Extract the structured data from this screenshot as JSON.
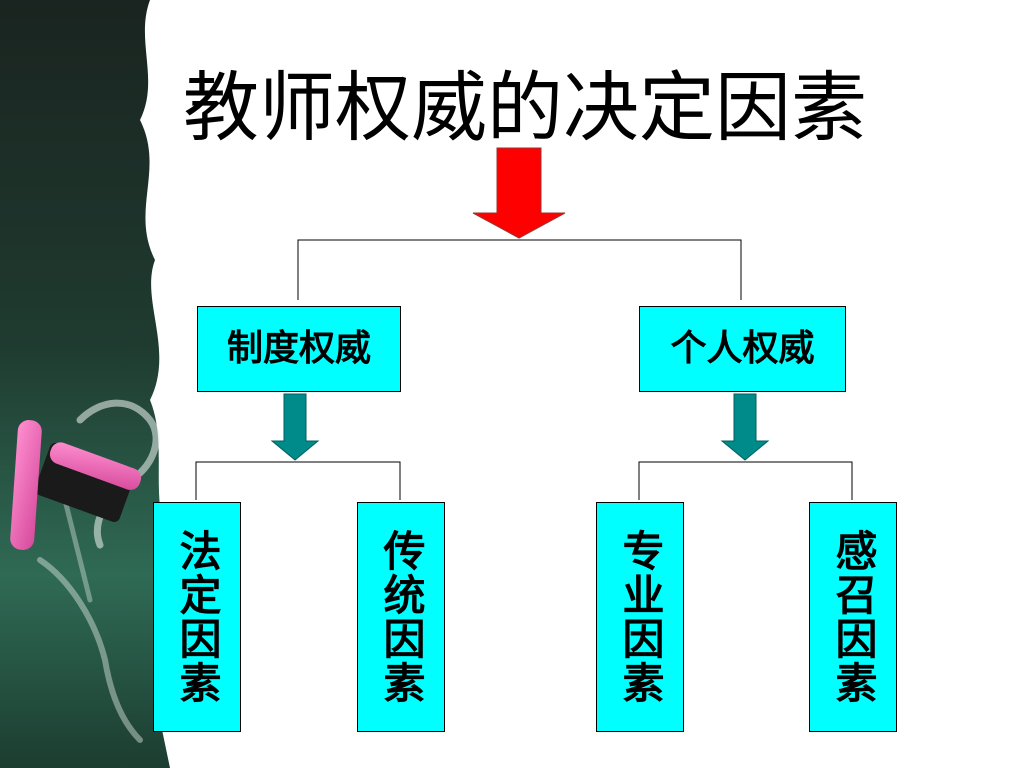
{
  "title": "教师权威的决定因素",
  "level1": [
    {
      "label": "制度权威"
    },
    {
      "label": "个人权威"
    }
  ],
  "level2": [
    {
      "label": "法定因素"
    },
    {
      "label": "传统因素"
    },
    {
      "label": "专业因素"
    },
    {
      "label": "感召因素"
    }
  ],
  "colors": {
    "box_fill": "#00ffff",
    "main_arrow": "#ff0000",
    "sub_arrow": "#008b8b",
    "connector": "#000000"
  }
}
